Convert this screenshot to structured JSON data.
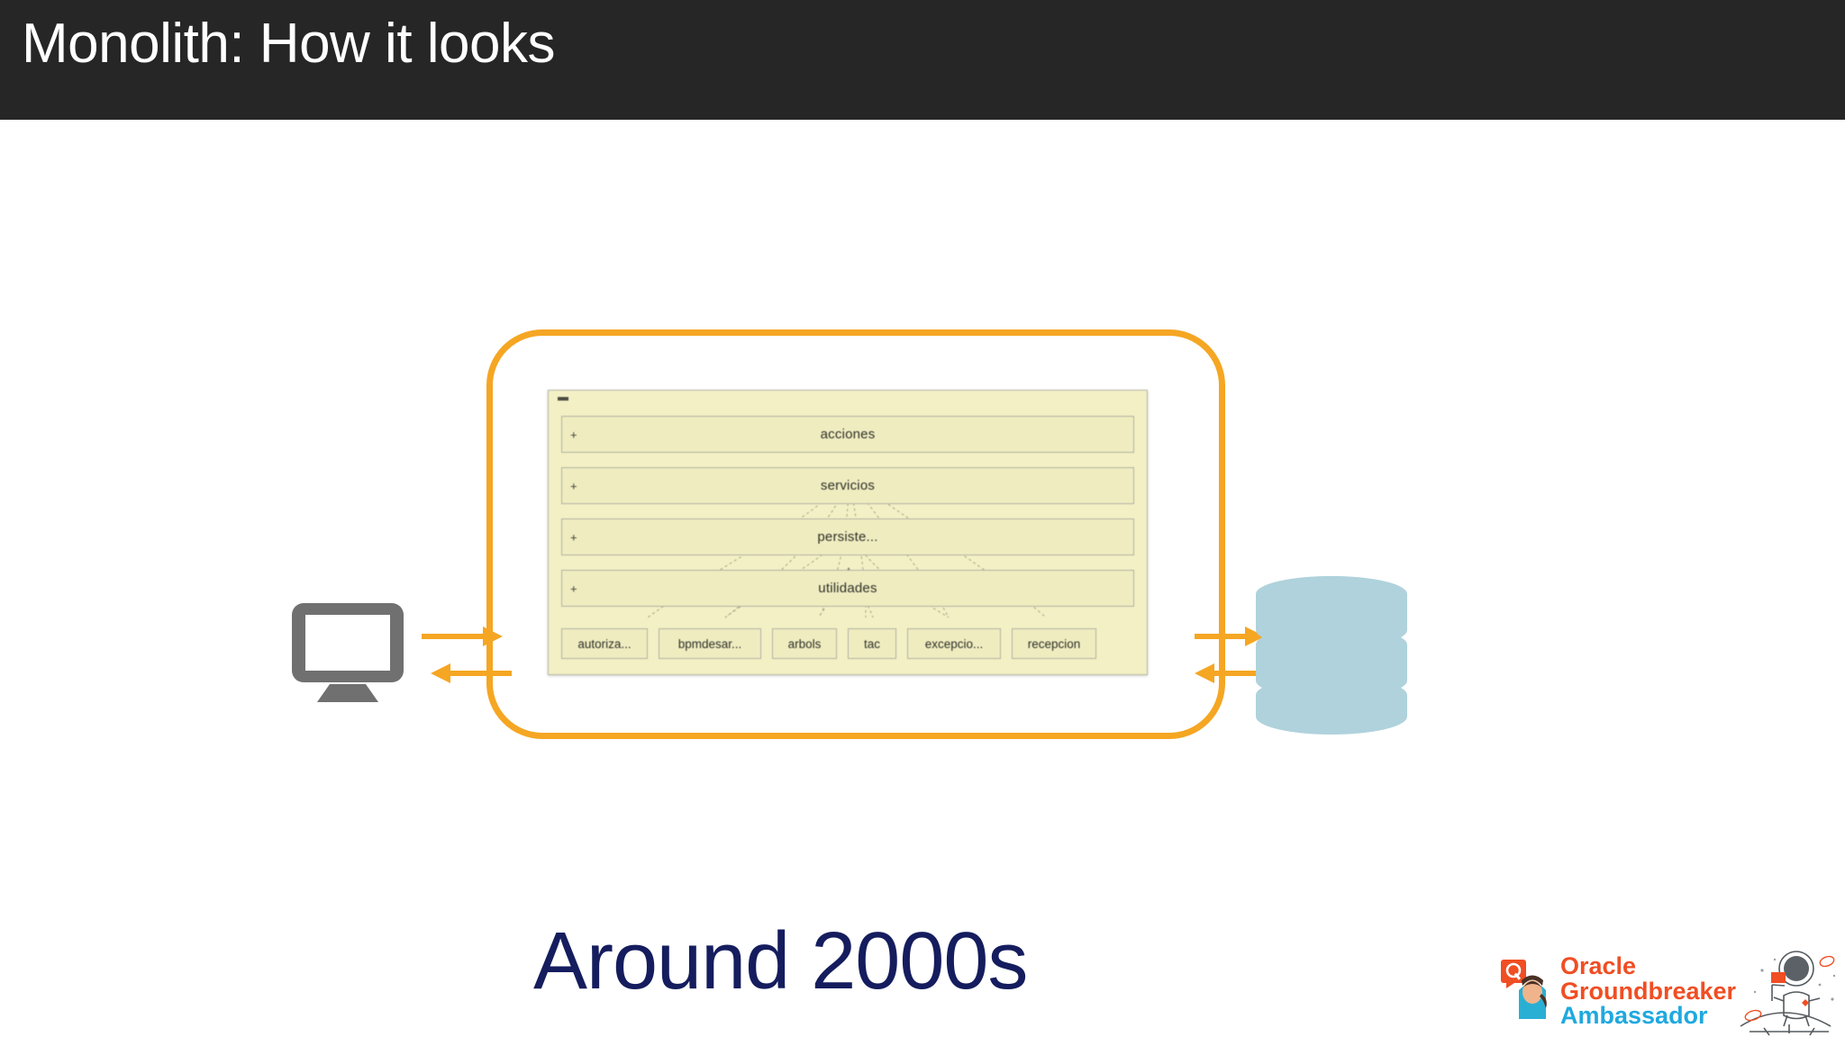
{
  "slide": {
    "title": "Monolith: How it looks",
    "caption": "Around 2000s",
    "background_color": "#ffffff",
    "title_bar_color": "#262626",
    "title_color": "#ffffff",
    "caption_color": "#151d5e"
  },
  "diagram": {
    "boundary_color": "#F5A623",
    "arrow_color": "#F5A623",
    "client": {
      "icon": "monitor-icon",
      "color": "#707070"
    },
    "database": {
      "icon": "database-cylinder-icon",
      "color": "#AFD2DC",
      "segments": 3
    },
    "arrows": {
      "client_to_app": "arrow-right",
      "app_to_client": "arrow-left",
      "app_to_db": "arrow-right",
      "db_to_app": "arrow-left"
    },
    "uml": {
      "background_color": "#f2f0c4",
      "border_color": "#b9b5a6",
      "collapse_control": "−",
      "layers": [
        {
          "sign": "+",
          "name": "acciones"
        },
        {
          "sign": "+",
          "name": "servicios"
        },
        {
          "sign": "+",
          "name": "persiste..."
        },
        {
          "sign": "+",
          "name": "utilidades"
        }
      ],
      "components": [
        "autoriza...",
        "bpmdesar...",
        "arbols",
        "tac",
        "excepcio...",
        "recepcion"
      ]
    }
  },
  "footer": {
    "logo": {
      "line1": "Oracle",
      "line2": "Groundbreaker",
      "line3": "Ambassador",
      "orange": "#F04E23",
      "blue": "#1FA9DF",
      "avatar_icon": "speech-bubble-avatar-icon",
      "mascot_icon": "astronaut-icon"
    }
  }
}
